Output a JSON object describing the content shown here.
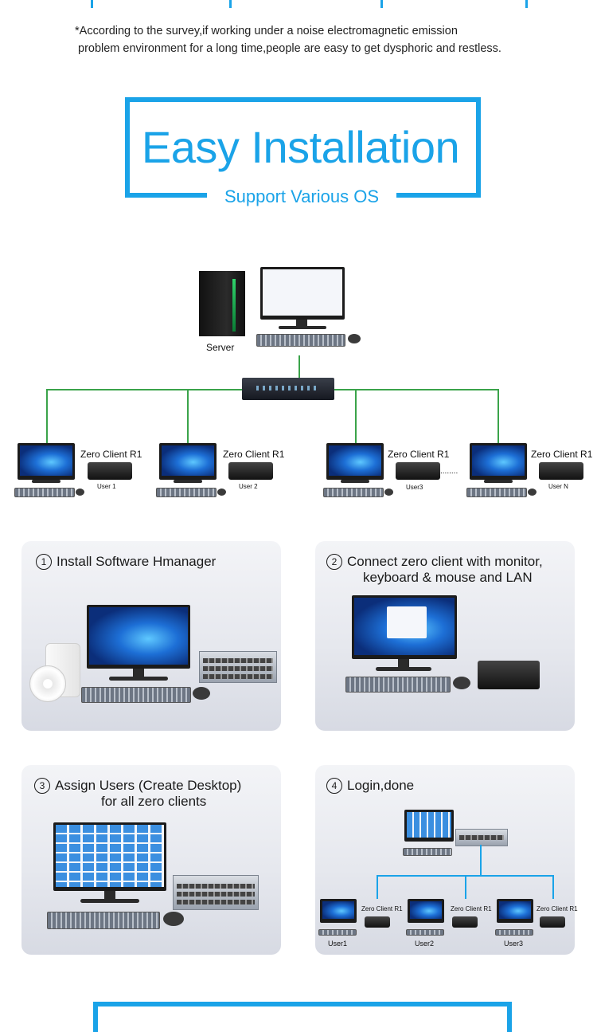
{
  "note": {
    "line1": "*According to the survey,if working under a noise electromagnetic emission",
    "line2": "problem environment for a long time,people are easy to get dysphoric and restless."
  },
  "heading": {
    "title": "Easy Installation",
    "subtitle": "Support Various OS"
  },
  "diagram": {
    "server_label": "Server",
    "clients": [
      {
        "label": "Zero Client R1",
        "user": "User 1"
      },
      {
        "label": "Zero Client R1",
        "user": "User 2"
      },
      {
        "label": "Zero Client R1",
        "user": "User3"
      },
      {
        "label": "Zero Client R1",
        "user": "User N"
      }
    ],
    "ellipsis": "........"
  },
  "steps": [
    {
      "num": "1",
      "title_line1": "Install Software Hmanager",
      "title_line2": ""
    },
    {
      "num": "2",
      "title_line1": "Connect zero client with monitor,",
      "title_line2": "keyboard & mouse and LAN"
    },
    {
      "num": "3",
      "title_line1": "Assign Users (Create Desktop)",
      "title_line2": "for all zero clients"
    },
    {
      "num": "4",
      "title_line1": "Login,done",
      "title_line2": ""
    }
  ],
  "step4_clients": [
    {
      "label": "Zero Client R1",
      "user": "User1"
    },
    {
      "label": "Zero Client R1",
      "user": "User2"
    },
    {
      "label": "Zero Client R1",
      "user": "User3"
    }
  ],
  "colors": {
    "accent": "#1aa3e8",
    "network_line": "#3aa34a"
  }
}
